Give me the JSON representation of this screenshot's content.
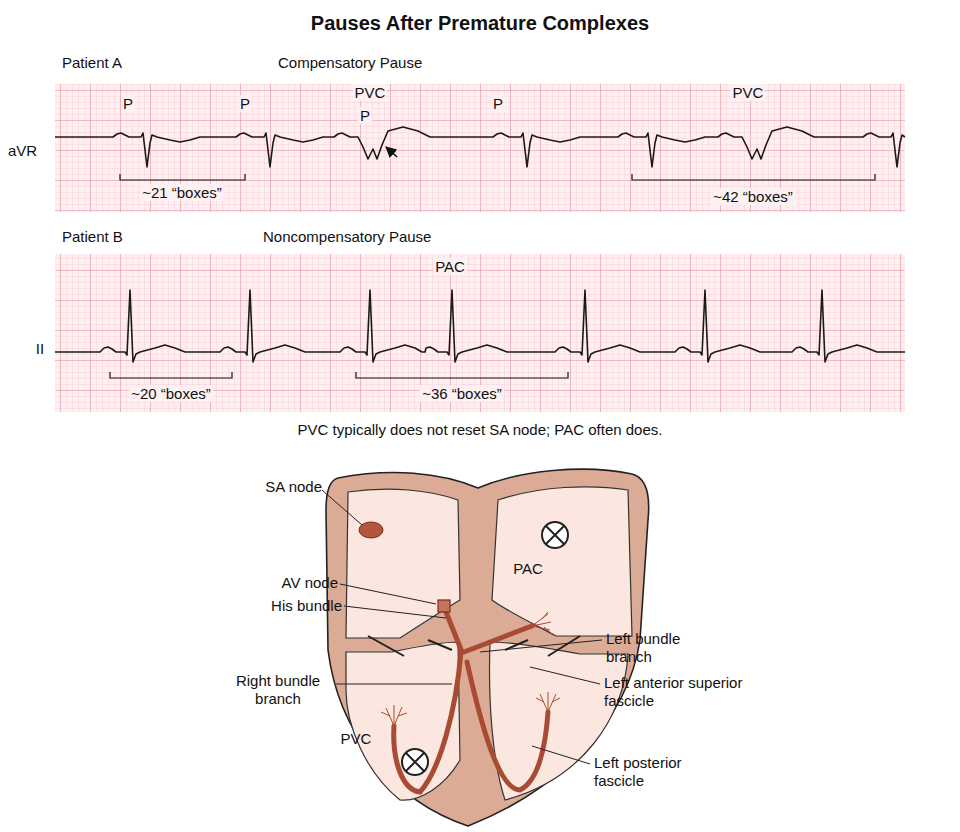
{
  "diagram": {
    "title": "Pauses After Premature Complexes",
    "caption": "PVC typically does not reset SA node; PAC often does.",
    "labels": [
      "Patient A",
      "Compensatory Pause",
      "P",
      "P",
      "PVC",
      "P",
      "P",
      "PVC",
      "~21 “boxes”",
      "~42 “boxes”",
      "aVR",
      "Patient B",
      "Noncompensatory Pause",
      "PAC",
      "II",
      "~20 “boxes”",
      "~36 “boxes”",
      "SA node",
      "AV node",
      "His bundle",
      "Right bundle branch",
      "PVC",
      "PAC",
      "Left bundle branch",
      "Left anterior superior fascicle",
      "Left posterior fascicle"
    ]
  }
}
